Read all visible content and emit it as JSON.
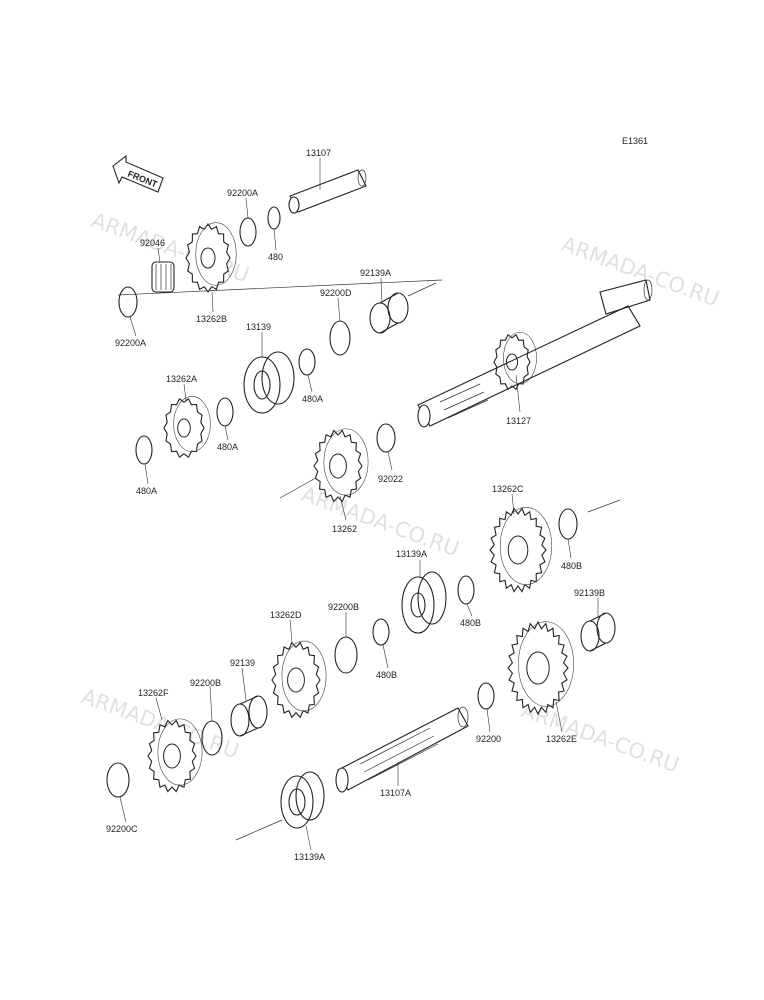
{
  "diagram": {
    "code": "E1361",
    "front_label": "FRONT",
    "watermark": "ARMADA-CO.RU",
    "parts": [
      {
        "id": "13107"
      },
      {
        "id": "92200A"
      },
      {
        "id": "480"
      },
      {
        "id": "92046"
      },
      {
        "id": "13262B"
      },
      {
        "id": "92200A_2",
        "text": "92200A"
      },
      {
        "id": "92139A"
      },
      {
        "id": "92200D"
      },
      {
        "id": "13139"
      },
      {
        "id": "480A"
      },
      {
        "id": "13262A"
      },
      {
        "id": "480A_2",
        "text": "480A"
      },
      {
        "id": "480A_3",
        "text": "480A"
      },
      {
        "id": "13127"
      },
      {
        "id": "92022"
      },
      {
        "id": "13262"
      },
      {
        "id": "13262C"
      },
      {
        "id": "480B"
      },
      {
        "id": "13139A"
      },
      {
        "id": "480B_2",
        "text": "480B"
      },
      {
        "id": "92139B"
      },
      {
        "id": "13262D"
      },
      {
        "id": "92200B"
      },
      {
        "id": "480B_3",
        "text": "480B"
      },
      {
        "id": "92139"
      },
      {
        "id": "92200B_2",
        "text": "92200B"
      },
      {
        "id": "13262F"
      },
      {
        "id": "92200"
      },
      {
        "id": "13262E"
      },
      {
        "id": "13107A"
      },
      {
        "id": "92200C"
      },
      {
        "id": "13139A_2",
        "text": "13139A"
      }
    ]
  }
}
